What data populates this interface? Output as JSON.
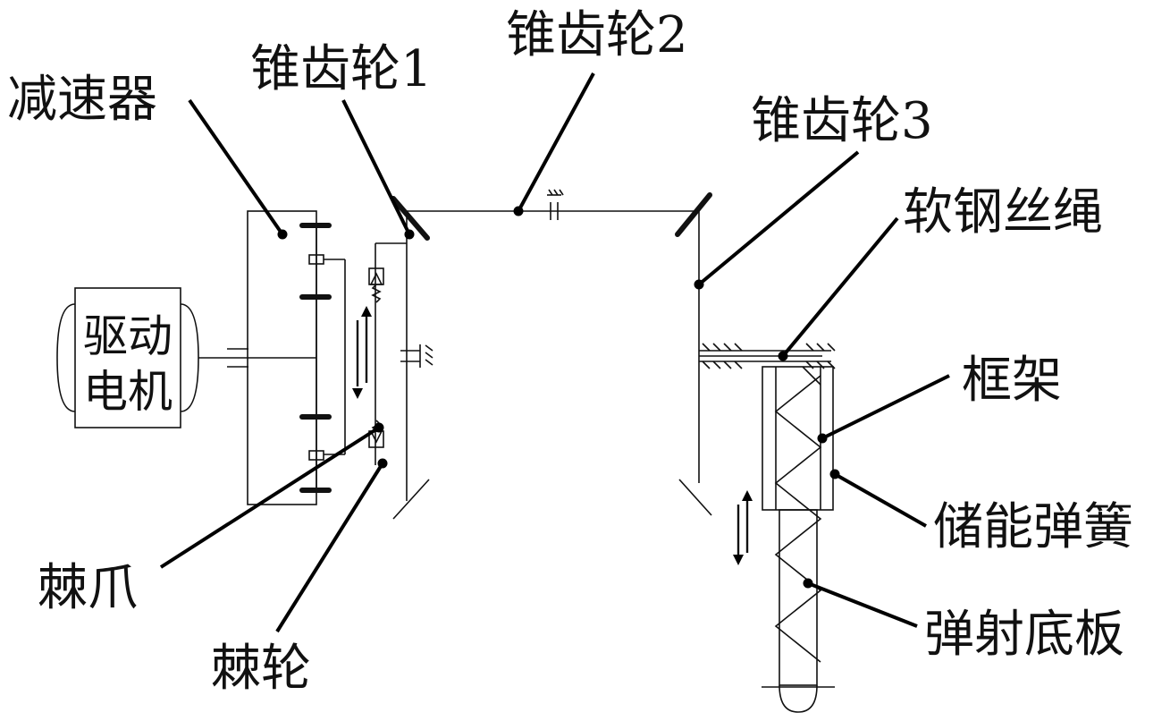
{
  "labels": {
    "reducer": "减速器",
    "bevel_gear_1": "锥齿轮1",
    "bevel_gear_2": "锥齿轮2",
    "bevel_gear_3": "锥齿轮3",
    "wire_rope": "软钢丝绳",
    "frame": "框架",
    "spring": "储能弹簧",
    "launch_plate": "弹射底板",
    "pawl": "棘爪",
    "ratchet": "棘轮",
    "motor_line1": "驱动",
    "motor_line2": "电机"
  }
}
